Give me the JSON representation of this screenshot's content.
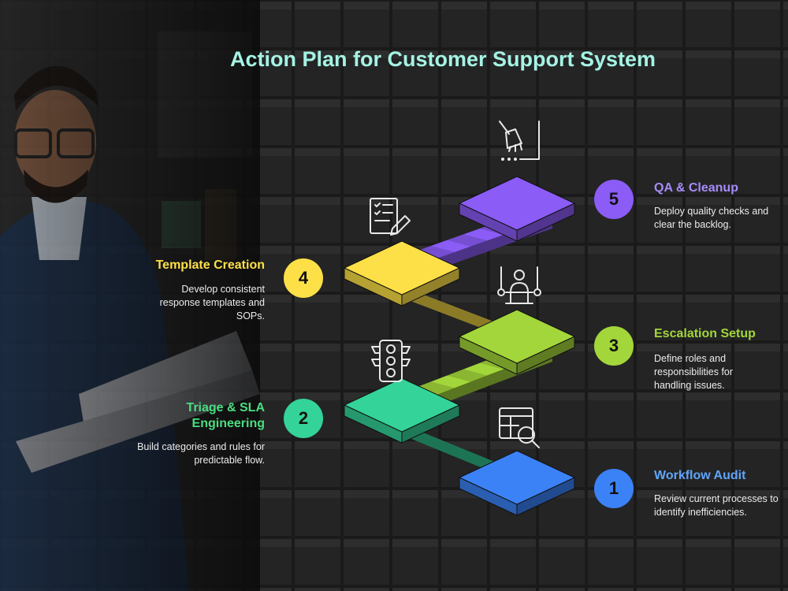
{
  "title": "Action Plan for Customer Support System",
  "steps": [
    {
      "number": "1",
      "title": "Workflow Audit",
      "description": "Review current processes to identify inefficiencies.",
      "color": "#3b82f6",
      "icon": "spreadsheet-search-icon"
    },
    {
      "number": "2",
      "title": "Triage & SLA Engineering",
      "description": "Build categories and rules for predictable flow.",
      "color": "#34d399",
      "icon": "traffic-light-icon"
    },
    {
      "number": "3",
      "title": "Escalation Setup",
      "description": "Define roles and responsibilities for handling issues.",
      "color": "#a3d63a",
      "icon": "person-on-podium-icon"
    },
    {
      "number": "4",
      "title": "Template Creation",
      "description": "Develop consistent response templates and SOPs.",
      "color": "#fde047",
      "icon": "document-pen-icon"
    },
    {
      "number": "5",
      "title": "QA & Cleanup",
      "description": "Deploy quality checks and clear the backlog.",
      "color": "#8b5cf6",
      "icon": "broom-icon"
    }
  ]
}
